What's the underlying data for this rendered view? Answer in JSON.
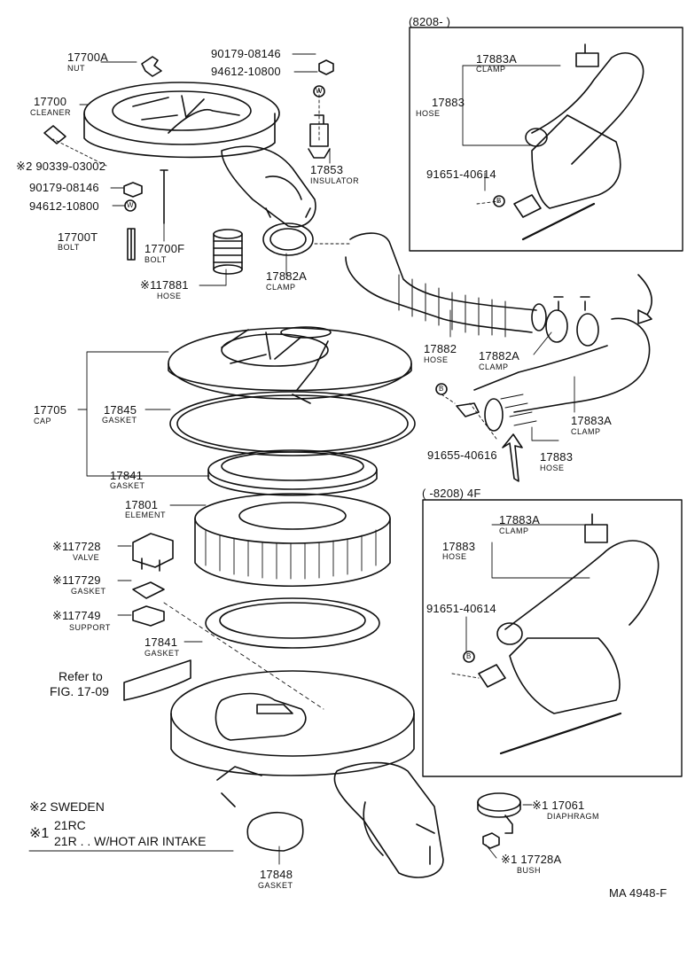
{
  "labels": {
    "p17700A": "17700A",
    "n17700A": "NUT",
    "p90179a": "90179-08146",
    "p94612a": "94612-10800",
    "p17700": "17700",
    "n17700": "CLEANER",
    "p90339": "※2 90339-03002",
    "p90179b": "90179-08146",
    "p94612b": "94612-10800",
    "p17853": "17853",
    "n17853": "INSULATOR",
    "p17700T": "17700T",
    "n17700T": "BOLT",
    "p17700F": "17700F",
    "n17700F": "BOLT",
    "p17881": "※117881",
    "n17881": "HOSE",
    "p17882A_top": "17882A",
    "n17882A_top": "CLAMP",
    "p17705": "17705",
    "n17705": "CAP",
    "p17845": "17845",
    "n17845": "GASKET",
    "p17841a": "17841",
    "n17841a": "GASKET",
    "p17801": "17801",
    "n17801": "ELEMENT",
    "p17728": "※117728",
    "n17728": "VALVE",
    "p17729": "※117729",
    "n17729": "GASKET",
    "p17749": "※117749",
    "n17749": "SUPPORT",
    "p17841b": "17841",
    "n17841b": "GASKET",
    "ref1": "Refer to",
    "ref2": "FIG. 17-09",
    "note1a": "※2 SWEDEN",
    "note2a": "※1",
    "note2b": "21RC",
    "note2c": "21R . . W/HOT AIR INTAKE",
    "p17848": "17848",
    "n17848": "GASKET",
    "box1_title": "(8208-          )",
    "p17883A_b1": "17883A",
    "n17883A_b1": "CLAMP",
    "p17883_b1": "17883",
    "n17883_b1": "HOSE",
    "p91651_b1": "91651-40614",
    "p17882": "17882",
    "n17882": "HOSE",
    "p17882A_mid": "17882A",
    "n17882A_mid": "CLAMP",
    "p17883A_mid": "17883A",
    "n17883A_mid": "CLAMP",
    "p91655": "91655-40616",
    "p17883_mid": "17883",
    "n17883_mid": "HOSE",
    "box2_title": "(   -8208) 4F",
    "p17883A_b2": "17883A",
    "n17883A_b2": "CLAMP",
    "p17883_b2": "17883",
    "n17883_b2": "HOSE",
    "p91651_b2": "91651-40614",
    "p17061": "※1 17061",
    "n17061": "DIAPHRAGM",
    "p17728A": "※1 17728A",
    "n17728A": "BUSH",
    "code": "MA 4948-F",
    "symB": "B",
    "symW": "W"
  }
}
